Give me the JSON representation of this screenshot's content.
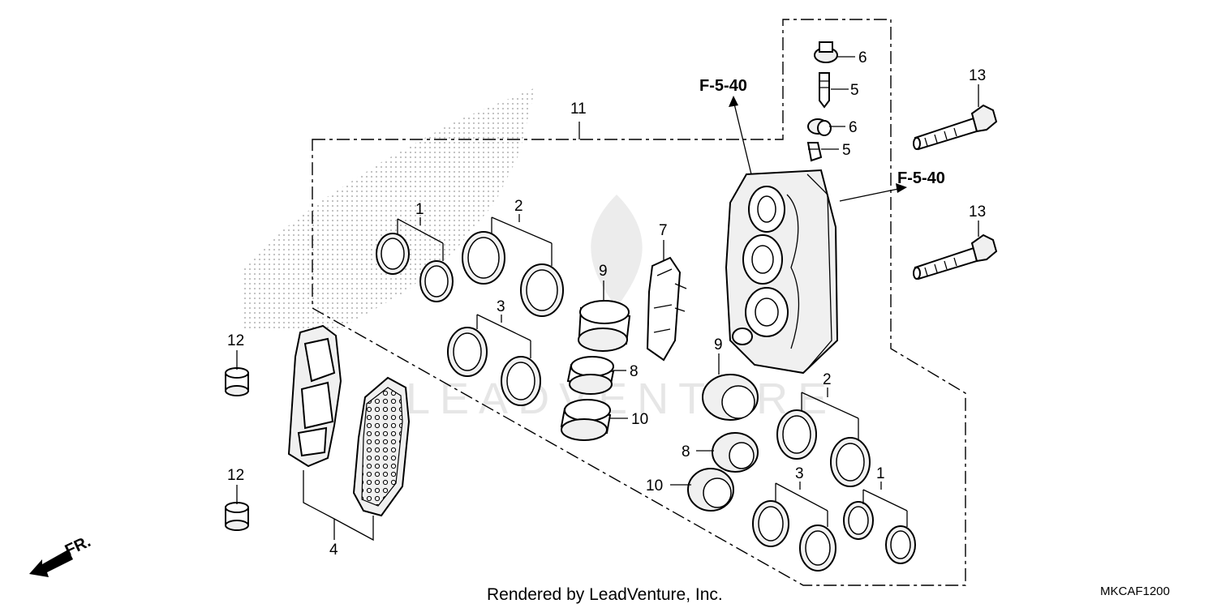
{
  "diagram": {
    "callouts": {
      "p1_left": "1",
      "p2_left": "2",
      "p3_left": "3",
      "p4": "4",
      "p5_top": "5",
      "p5_low": "5",
      "p6_top": "6",
      "p6_low": "6",
      "p7": "7",
      "p8_left": "8",
      "p8_right": "8",
      "p9_left": "9",
      "p9_right": "9",
      "p10_left": "10",
      "p10_right": "10",
      "p11": "11",
      "p12_top": "12",
      "p12_bottom": "12",
      "p13_top": "13",
      "p13_bottom": "13",
      "p2_right": "2",
      "p3_right": "3",
      "p1_right": "1"
    },
    "references": {
      "ref_top": "F-5-40",
      "ref_right": "F-5-40"
    },
    "direction_label": "FR.",
    "footer_text": "Rendered by LeadVenture, Inc.",
    "diagram_code": "MKCAF1200",
    "watermark_text": "LEADVENTURE"
  }
}
